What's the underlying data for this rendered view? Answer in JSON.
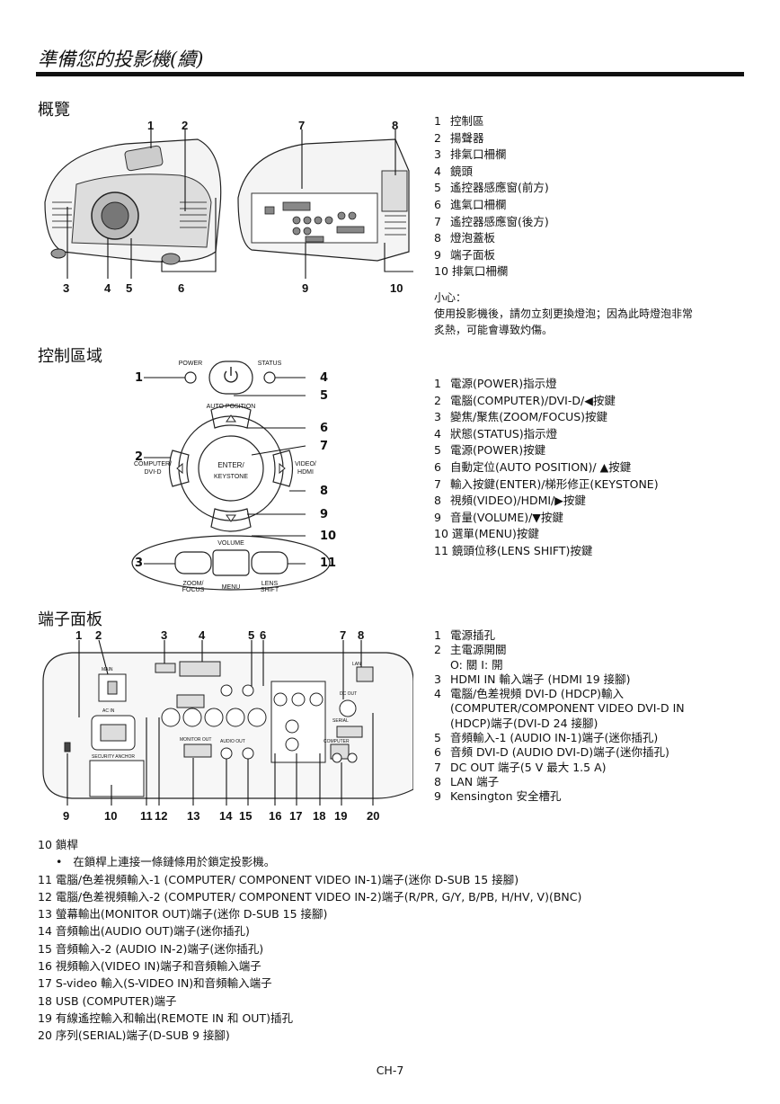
{
  "header": {
    "title": "準備您的投影機(續)"
  },
  "overview": {
    "heading": "概覽",
    "callouts_top_left": [
      "1",
      "2"
    ],
    "callouts_top_right": [
      "7",
      "8"
    ],
    "callouts_bottom": [
      "3",
      "4",
      "5",
      "6",
      "9",
      "10"
    ],
    "items": [
      {
        "n": "1",
        "t": "控制區"
      },
      {
        "n": "2",
        "t": "揚聲器"
      },
      {
        "n": "3",
        "t": "排氣口柵欄"
      },
      {
        "n": "4",
        "t": "鏡頭"
      },
      {
        "n": "5",
        "t": "遙控器感應窗(前方)"
      },
      {
        "n": "6",
        "t": "進氣口柵欄"
      },
      {
        "n": "7",
        "t": "遙控器感應窗(後方)"
      },
      {
        "n": "8",
        "t": "燈泡蓋板"
      },
      {
        "n": "9",
        "t": "端子面板"
      },
      {
        "n": "10",
        "t": "排氣口柵欄"
      }
    ],
    "caution_title": "小心：",
    "caution_line1": "使用投影機後，請勿立刻更換燈泡；因為此時燈泡非常",
    "caution_line2": "炙熱，可能會導致灼傷。"
  },
  "control": {
    "heading": "控制區域",
    "labels": {
      "power": "POWER",
      "status": "STATUS",
      "auto_position": "AUTO POSITION",
      "enter1": "ENTER/",
      "enter2": "KEYSTONE",
      "computer1": "COMPUTER/",
      "computer2": "DVI-D",
      "video1": "VIDEO/",
      "video2": "HDMI",
      "volume": "VOLUME",
      "zoom1": "ZOOM/",
      "zoom2": "FOCUS",
      "menu": "MENU",
      "lens1": "LENS",
      "lens2": "SHIFT"
    },
    "callouts": [
      "1",
      "2",
      "3",
      "4",
      "5",
      "6",
      "7",
      "8",
      "9",
      "10",
      "11"
    ],
    "items": [
      {
        "n": "1",
        "t": "電源(POWER)指示燈"
      },
      {
        "n": "2",
        "t": "電腦(COMPUTER)/DVI-D/◀按鍵"
      },
      {
        "n": "3",
        "t": "變焦/聚焦(ZOOM/FOCUS)按鍵"
      },
      {
        "n": "4",
        "t": "狀態(STATUS)指示燈"
      },
      {
        "n": "5",
        "t": "電源(POWER)按鍵"
      },
      {
        "n": "6",
        "t": "自動定位(AUTO POSITION)/ ▲按鍵"
      },
      {
        "n": "7",
        "t": "輸入按鍵(ENTER)/梯形修正(KEYSTONE)"
      },
      {
        "n": "8",
        "t": "視頻(VIDEO)/HDMI/▶按鍵"
      },
      {
        "n": "9",
        "t": "音量(VOLUME)/▼按鍵"
      },
      {
        "n": "10",
        "t": "選單(MENU)按鍵"
      },
      {
        "n": "11",
        "t": "鏡頭位移(LENS SHIFT)按鍵"
      }
    ]
  },
  "terminal": {
    "heading": "端子面板",
    "callouts_top": [
      "1",
      "2",
      "3",
      "4",
      "5",
      "6",
      "7",
      "8"
    ],
    "callouts_bottom": [
      "9",
      "10",
      "11",
      "12",
      "13",
      "14",
      "15",
      "16",
      "17",
      "18",
      "19",
      "20"
    ],
    "panel_labels": {
      "main": "MAIN",
      "ac_in": "AC IN",
      "security": "SECURITY ANCHOR",
      "monitor_out": "MONITOR OUT",
      "lan": "LAN",
      "serial": "SERIAL",
      "dc_out": "DC OUT",
      "audio_out": "AUDIO OUT",
      "computer": "COMPUTER"
    },
    "items": [
      {
        "n": "1",
        "t": "電源插孔"
      },
      {
        "n": "2",
        "t": "主電源開關"
      },
      {
        "n": "",
        "t": "O:  關    I:  開"
      },
      {
        "n": "3",
        "t": "HDMI IN 輸入端子  (HDMI 19 接腳)"
      },
      {
        "n": "4",
        "t": "電腦/色差視頻 DVI-D (HDCP)輸入"
      },
      {
        "n": "",
        "t": "(COMPUTER/COMPONENT VIDEO DVI-D IN"
      },
      {
        "n": "",
        "t": "(HDCP)端子(DVI-D 24 接腳)"
      },
      {
        "n": "5",
        "t": "音頻輸入-1 (AUDIO IN-1)端子(迷你插孔)"
      },
      {
        "n": "6",
        "t": "音頻 DVI-D (AUDIO DVI-D)端子(迷你插孔)"
      },
      {
        "n": "7",
        "t": "DC OUT 端子(5 V 最大 1.5 A)"
      },
      {
        "n": "8",
        "t": "LAN 端子"
      },
      {
        "n": "9",
        "t": "Kensington 安全槽孔"
      }
    ]
  },
  "bottom": {
    "item10": "10 鎖桿",
    "bullet": "在鎖桿上連接一條鏈條用於鎖定投影機。",
    "lines": [
      "11 電腦/色差視頻輸入-1 (COMPUTER/ COMPONENT VIDEO IN-1)端子(迷你 D-SUB 15 接腳)",
      "12 電腦/色差視頻輸入-2 (COMPUTER/ COMPONENT VIDEO IN-2)端子(R/PR, G/Y, B/PB, H/HV, V)(BNC)",
      "13 螢幕輸出(MONITOR OUT)端子(迷你 D-SUB 15 接腳)",
      "14 音頻輸出(AUDIO OUT)端子(迷你插孔)",
      "15 音頻輸入-2 (AUDIO IN-2)端子(迷你插孔)",
      "16 視頻輸入(VIDEO IN)端子和音頻輸入端子",
      "17 S-video 輸入(S-VIDEO IN)和音頻輸入端子",
      "18 USB (COMPUTER)端子",
      "19 有線遙控輸入和輸出(REMOTE IN 和 OUT)插孔",
      "20 序列(SERIAL)端子(D-SUB 9 接腳)"
    ]
  },
  "footer": {
    "page": "CH-7"
  }
}
